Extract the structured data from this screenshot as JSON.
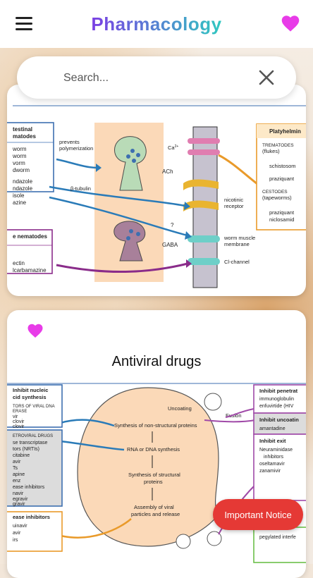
{
  "app": {
    "title": "Pharmacology"
  },
  "search": {
    "placeholder": "Search..."
  },
  "card1": {
    "left_box_title": [
      "testinal",
      "matodes"
    ],
    "left_items": [
      "worm",
      "worm",
      "vorm",
      "dworm",
      "ndazole",
      "ndazole",
      "isole",
      "azine"
    ],
    "nematodes_box": [
      "e nematodes",
      "ectin",
      "lcarbamazine"
    ],
    "right_box_title": "Platyhelmin",
    "right_items": [
      "TREMATODES",
      "(flukes)",
      "schistosom",
      "praziquant",
      "CESTODES",
      "(tapeworms)",
      "praziquant",
      "niclosamid"
    ],
    "labels": {
      "prevents": "prevents",
      "polymerization": "polymerization",
      "tubulin": "β-tubulin",
      "ach": "ACh",
      "gaba": "GABA",
      "ca": "Ca",
      "ca_sup": "2+",
      "nicotinic": "nicotinic",
      "receptor": "receptor",
      "worm_muscle": "worm muscle",
      "membrane": "membrane",
      "cl_channel": "Cl-channel",
      "question": "?"
    }
  },
  "card2": {
    "title": "Antiviral drugs",
    "left_box1": [
      "Inhibit nucleic",
      "cid synthesis",
      "TORS OF VIRAL DNA",
      "ERASE",
      "vir",
      "clovir",
      "clovir"
    ],
    "left_box2": [
      "ETROVIRAL DRUGS",
      "se transcriptase",
      "tors (NRTIs)",
      "citabine",
      "avir",
      "Ts",
      "apine",
      "enz",
      "ease inhibitors",
      "navir",
      "egravir",
      "gravir"
    ],
    "left_box3": [
      "ease inhibitors",
      "uinavir",
      "avir",
      "irs"
    ],
    "right_box1": [
      "Inhibit penetrat",
      "immunoglobulin",
      "enfuvirtide (HIV"
    ],
    "right_box2": [
      "Inhibit uncoatin",
      "amantadine"
    ],
    "right_box3": [
      "Inhibit exit",
      "Neuraminidase",
      "inhibitors",
      "oseltamavir",
      "zanamivir",
      "pegylated interfe"
    ],
    "cell": {
      "uncoating": "Uncoating",
      "fusion": "Fusion",
      "step1": "Synthesis of non-structural proteins",
      "step2": "RNA or DNA synthesis",
      "step3a": "Synthesis of structural",
      "step3b": "proteins",
      "step4a": "Assembly of viral",
      "step4b": "particles and release"
    }
  },
  "notice": {
    "label": "Important Notice"
  },
  "colors": {
    "accent_purple": "#7b3fe4",
    "accent_teal": "#2fc8c0",
    "heart": "#e83ce8",
    "notice": "#e53935"
  }
}
